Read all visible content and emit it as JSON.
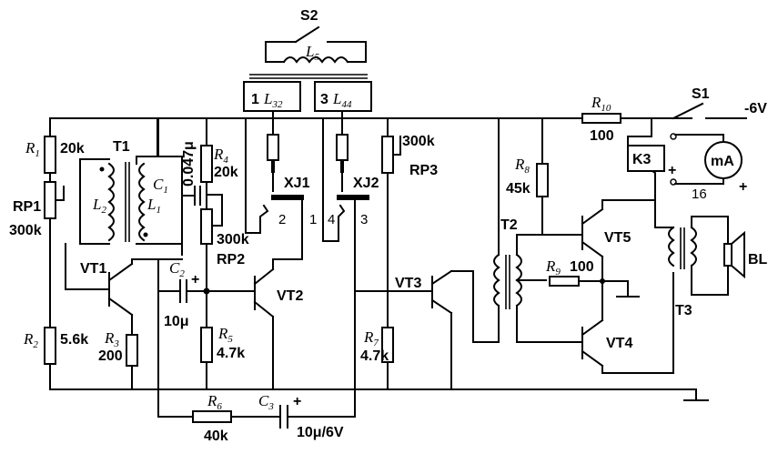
{
  "components": {
    "S2": "S2",
    "L5": "L",
    "L5_sub": "5",
    "L32_left": "1",
    "L32": "L",
    "L32_sub": "32",
    "L44_left": "3",
    "L44": "L",
    "L44_sub": "44",
    "R1": "R",
    "R1_sub": "1",
    "R1_val": "20k",
    "T1": "T1",
    "RP1": "RP1",
    "RP1_val": "300k",
    "L2": "L",
    "L2_sub": "2",
    "L1": "L",
    "L1_sub": "1",
    "C1": "C",
    "C1_sub": "1",
    "C1_val": "0.047μ",
    "R4": "R",
    "R4_sub": "4",
    "R4_val": "20k",
    "RP2_val": "300k",
    "RP2": "RP2",
    "XJ1": "XJ1",
    "XJ2": "XJ2",
    "pin1": "1",
    "pin2": "2",
    "pin3": "3",
    "pin4": "4",
    "RP3_val": "300k",
    "RP3": "RP3",
    "R10": "R",
    "R10_sub": "10",
    "R10_val": "100",
    "S1": "S1",
    "supply": "-6V",
    "R8": "R",
    "R8_sub": "8",
    "R8_val": "45k",
    "K3": "K3",
    "mA": "mA",
    "plus1": "+",
    "plus2": "+",
    "minus": "-",
    "sixteen": "16",
    "VT1": "VT1",
    "C2": "C",
    "C2_sub": "2",
    "C2_val": "10μ",
    "VT2": "VT2",
    "VT3": "VT3",
    "T2": "T2",
    "VT5": "VT5",
    "R9": "R",
    "R9_sub": "9",
    "R9_val": "100",
    "BL": "BL",
    "T3": "T3",
    "R2": "R",
    "R2_sub": "2",
    "R2_val": "5.6k",
    "R3": "R",
    "R3_sub": "3",
    "R3_val": "200",
    "R5": "R",
    "R5_sub": "5",
    "R5_val": "4.7k",
    "R7": "R",
    "R7_sub": "7",
    "R7_val": "4.7k",
    "VT4": "VT4",
    "R6": "R",
    "R6_sub": "6",
    "R6_val": "40k",
    "C3": "C",
    "C3_sub": "3",
    "C3_val": "10μ/6V",
    "C2_plus": "+",
    "C3_plus": "+"
  }
}
